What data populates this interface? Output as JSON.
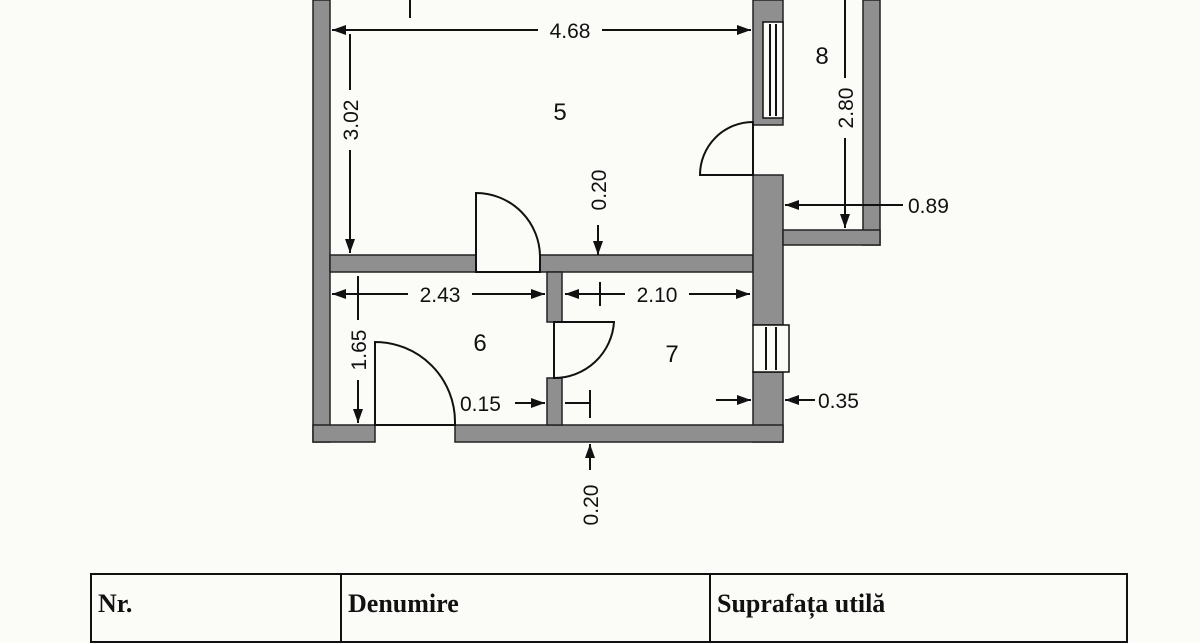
{
  "plan": {
    "dimensions": {
      "room5_width": "4.68",
      "room5_height": "3.02",
      "room8_height": "2.80",
      "room8_wall": "0.89",
      "partition_upper": "0.20",
      "room6_width": "2.43",
      "room7_width": "2.10",
      "room6_height": "1.65",
      "inner_wall": "0.15",
      "outer_wall_right": "0.35",
      "partition_lower": "0.20"
    },
    "rooms": {
      "r5": "5",
      "r6": "6",
      "r7": "7",
      "r8": "8"
    }
  },
  "legend": {
    "headers": [
      "Nr.",
      "Denumire",
      "Suprafața utilă"
    ]
  }
}
